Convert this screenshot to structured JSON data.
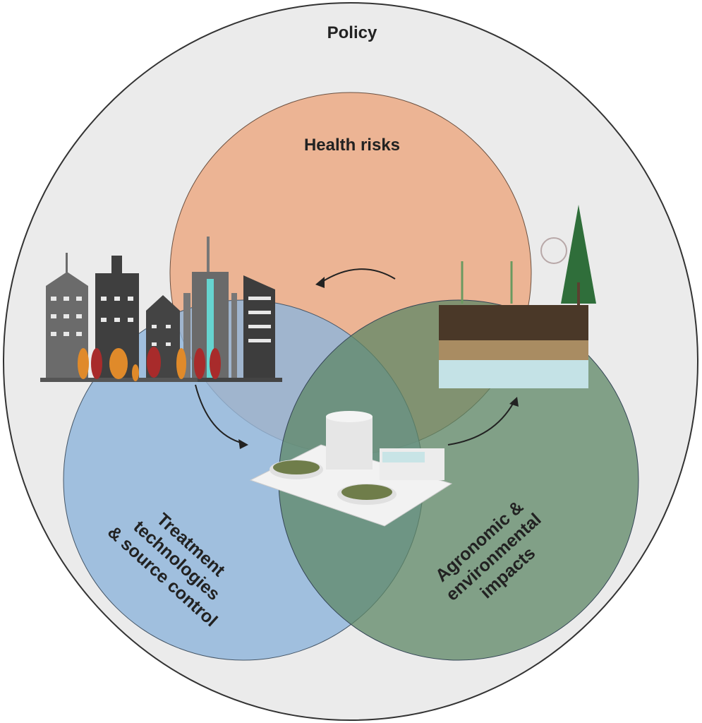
{
  "outer": {
    "label": "Policy"
  },
  "circles": {
    "health": {
      "label": "Health risks",
      "color": "#ecb494"
    },
    "treatment": {
      "lines": [
        "Treatment",
        "technologies",
        "& source control"
      ],
      "color": "#9dbfe0"
    },
    "agronomic": {
      "lines": [
        "Agronomic &",
        "environmental",
        "impacts"
      ],
      "color": "#7a9b7d"
    }
  },
  "colors": {
    "outer_fill": "#ebebeb",
    "outline": "#333333"
  }
}
